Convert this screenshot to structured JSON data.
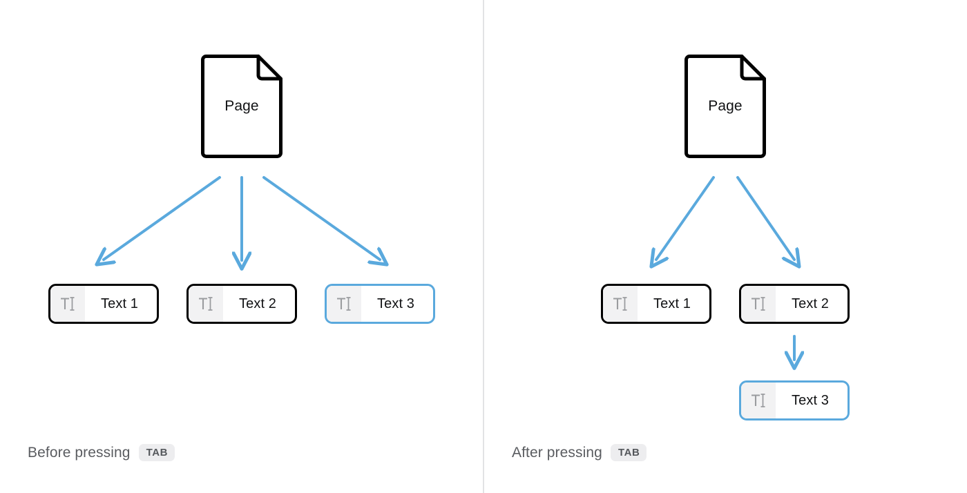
{
  "theme": {
    "background": "#ffffff",
    "node_border": "#000000",
    "selected_border": "#5aa9dd",
    "arrow_color": "#5aa9dd",
    "icon_chip_bg": "#f2f2f3",
    "icon_glyph": "#9a9c9f",
    "divider": "#e2e3e5",
    "caption_text": "#5a5c60",
    "keycap_bg": "#ededef",
    "keycap_text": "#55585c"
  },
  "panels": [
    {
      "id": "before",
      "caption_text": "Before pressing",
      "caption_key": "TAB",
      "root": {
        "label": "Page",
        "icon": "page-document-icon"
      },
      "nodes": [
        {
          "label": "Text 1",
          "icon": "text-tool-icon",
          "selected": false
        },
        {
          "label": "Text 2",
          "icon": "text-tool-icon",
          "selected": false
        },
        {
          "label": "Text 3",
          "icon": "text-tool-icon",
          "selected": true
        }
      ]
    },
    {
      "id": "after",
      "caption_text": "After pressing",
      "caption_key": "TAB",
      "root": {
        "label": "Page",
        "icon": "page-document-icon"
      },
      "nodes": [
        {
          "label": "Text 1",
          "icon": "text-tool-icon",
          "selected": false
        },
        {
          "label": "Text 2",
          "icon": "text-tool-icon",
          "selected": false
        },
        {
          "label": "Text 3",
          "icon": "text-tool-icon",
          "selected": true
        }
      ]
    }
  ]
}
